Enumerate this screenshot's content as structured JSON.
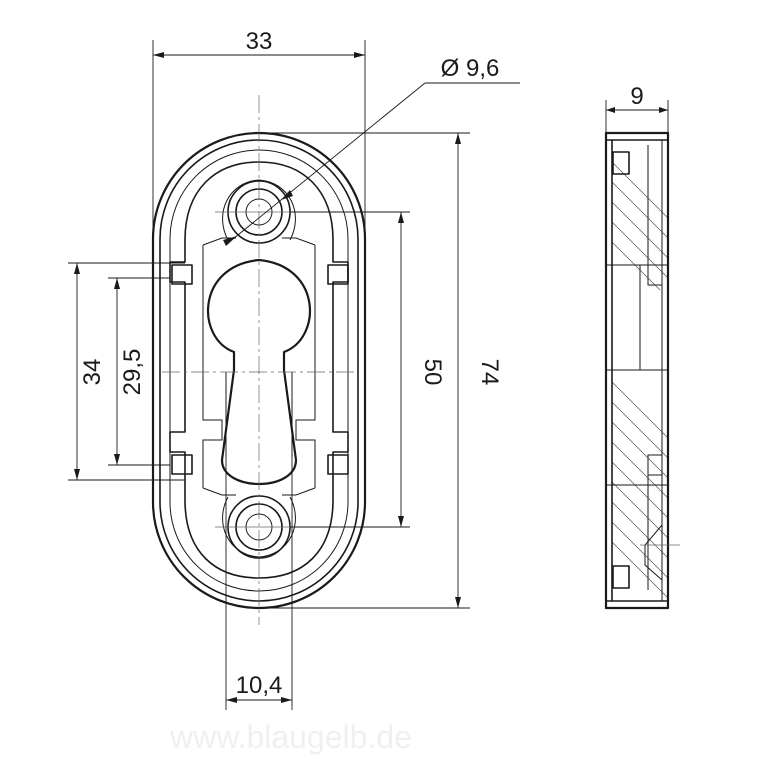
{
  "dimensions": {
    "width": "33",
    "hole_diameter": "Ø 9,6",
    "thickness": "9",
    "total_height": "74",
    "hole_spacing": "50",
    "outer_pocket": "34",
    "inner_pocket": "29,5",
    "cylinder_width": "10,4"
  },
  "watermark": "www.blaugelb.de"
}
